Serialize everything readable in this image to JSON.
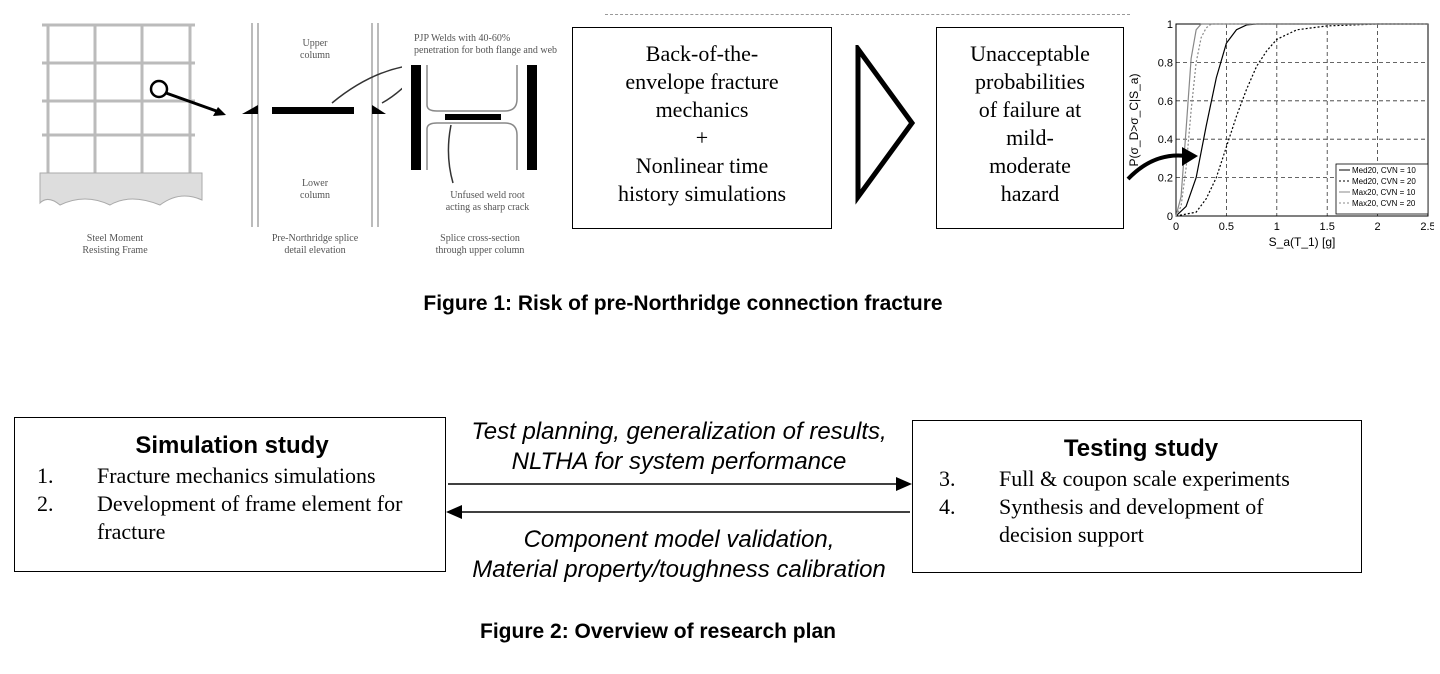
{
  "figure1": {
    "caption": "Figure 1: Risk of pre-Northridge connection fracture",
    "frame_label": [
      "Steel Moment",
      "Resisting Frame"
    ],
    "splice_elev_label": [
      "Pre-Northridge splice",
      "detail elevation"
    ],
    "upper_column": [
      "Upper",
      "column"
    ],
    "lower_column": [
      "Lower",
      "column"
    ],
    "pjp_note": [
      "PJP Welds with 40-60%",
      "penetration for both flange and web"
    ],
    "root_note": [
      "Unfused weld root",
      "acting as sharp crack"
    ],
    "section_label": [
      "Splice cross-section",
      "through upper column"
    ],
    "box_method": [
      "Back-of-the-",
      "envelope fracture",
      "mechanics",
      "+",
      "Nonlinear time",
      "history simulations"
    ],
    "box_result": [
      "Unacceptable",
      "probabilities",
      "of failure at",
      "mild-",
      "moderate",
      "hazard"
    ]
  },
  "chart_data": {
    "type": "line",
    "xlabel": "S_a(T_1) [g]",
    "ylabel": "P(σ_D>σ_C|S_a)",
    "xlim": [
      0,
      2.5
    ],
    "ylim": [
      0,
      1
    ],
    "xticks": [
      "0",
      "0.5",
      "1",
      "1.5",
      "2",
      "2.5"
    ],
    "yticks": [
      "0",
      "0.2",
      "0.4",
      "0.6",
      "0.8",
      "1"
    ],
    "grid": true,
    "legend_position": "bottom-right",
    "series": [
      {
        "name": "Med20, CVN = 10",
        "style": "solid",
        "color": "#000000",
        "x": [
          0,
          0.1,
          0.2,
          0.3,
          0.4,
          0.5,
          0.6,
          0.7,
          0.8,
          1.0,
          2.5
        ],
        "y": [
          0,
          0.05,
          0.2,
          0.47,
          0.72,
          0.9,
          0.97,
          0.995,
          1,
          1,
          1
        ]
      },
      {
        "name": "Med20, CVN = 20",
        "style": "dotted",
        "color": "#000000",
        "x": [
          0,
          0.2,
          0.3,
          0.4,
          0.5,
          0.6,
          0.7,
          0.8,
          0.9,
          1.0,
          1.2,
          1.5,
          2.0,
          2.5
        ],
        "y": [
          0,
          0.02,
          0.09,
          0.2,
          0.36,
          0.52,
          0.66,
          0.78,
          0.86,
          0.92,
          0.97,
          0.99,
          1,
          1
        ]
      },
      {
        "name": "Max20, CVN = 10",
        "style": "solid",
        "color": "#888888",
        "x": [
          0,
          0.05,
          0.1,
          0.15,
          0.2,
          0.25,
          0.3,
          2.5
        ],
        "y": [
          0,
          0.1,
          0.45,
          0.82,
          0.97,
          1,
          1,
          1
        ]
      },
      {
        "name": "Max20, CVN = 20",
        "style": "dotted",
        "color": "#888888",
        "x": [
          0,
          0.05,
          0.1,
          0.15,
          0.2,
          0.25,
          0.3,
          0.35,
          0.4,
          2.5
        ],
        "y": [
          0,
          0.05,
          0.25,
          0.55,
          0.8,
          0.93,
          0.98,
          1,
          1,
          1
        ]
      }
    ]
  },
  "figure2": {
    "caption": "Figure 2: Overview of research plan",
    "sim_title": "Simulation study",
    "sim_items": [
      {
        "num": "1.",
        "text": "Fracture mechanics simulations"
      },
      {
        "num": "2.",
        "text": "Development of frame element for fracture"
      }
    ],
    "test_title": "Testing study",
    "test_items": [
      {
        "num": "3.",
        "text": "Full & coupon scale experiments"
      },
      {
        "num": "4.",
        "text": "Synthesis and development of decision support"
      }
    ],
    "top_arrow_text": [
      "Test planning, generalization of results,",
      "NLTHA for system performance"
    ],
    "bottom_arrow_text": [
      "Component model validation,",
      "Material property/toughness calibration"
    ]
  }
}
